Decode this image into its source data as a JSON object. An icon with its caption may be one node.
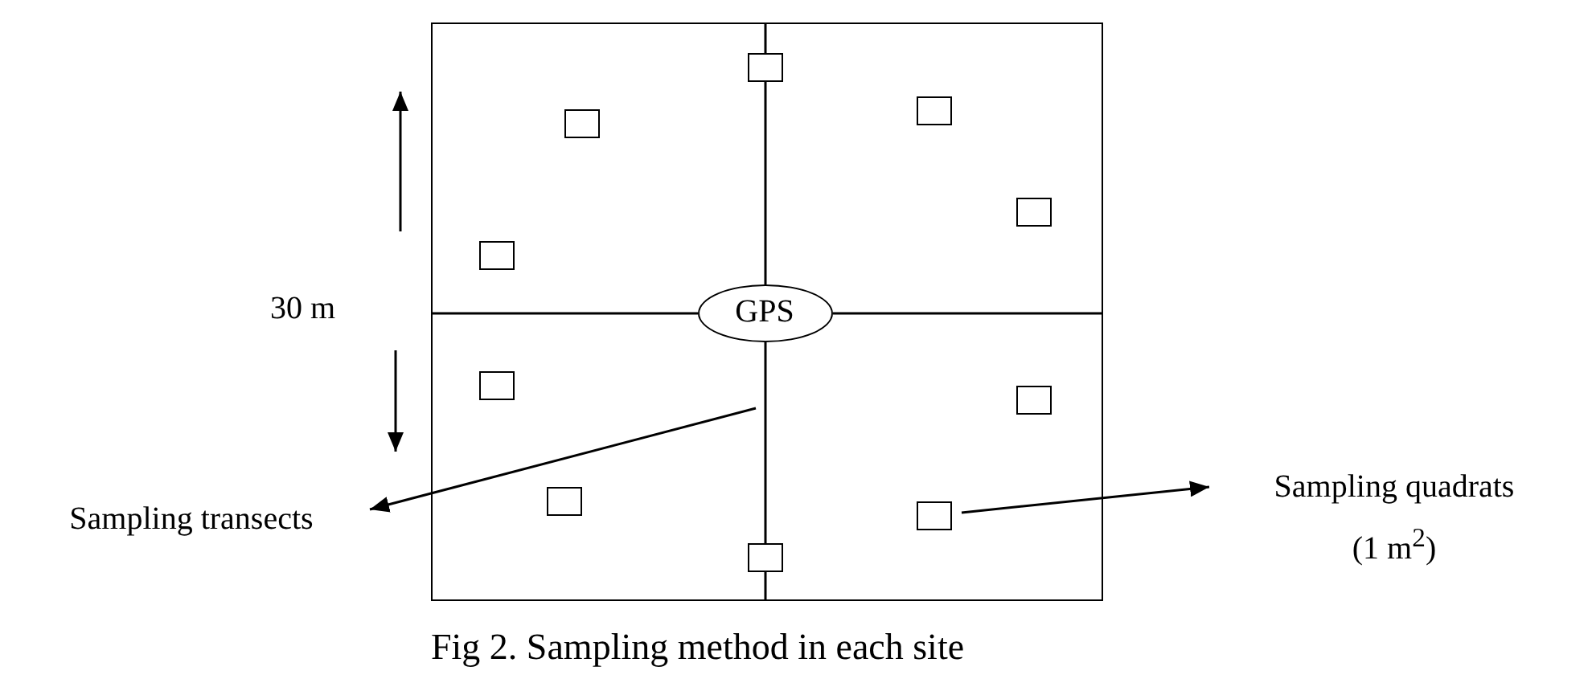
{
  "diagram": {
    "caption": "Fig 2. Sampling method in each site",
    "nodes": [
      {
        "text": [],
        "shape": "box"
      },
      {
        "text": [
          "GPS"
        ],
        "in": 0
      },
      {
        "text": [],
        "shape": "box",
        "in": 0
      },
      {
        "text": [],
        "shape": "box",
        "in": 0
      },
      {
        "text": [],
        "shape": "box",
        "in": 0
      },
      {
        "text": [],
        "shape": "box",
        "in": 0
      },
      {
        "text": [],
        "shape": "box",
        "in": 0
      },
      {
        "text": [],
        "shape": "box",
        "in": 0
      },
      {
        "text": [],
        "shape": "box",
        "in": 0
      },
      {
        "text": [],
        "shape": "box",
        "in": 0
      },
      {
        "text": [],
        "shape": "box",
        "in": 0
      },
      {
        "text": [],
        "shape": "box",
        "in": 0
      },
      {
        "text": [
          "Sampling transects"
        ]
      },
      {
        "text": [
          "Sampling quadrats",
          "(1 m$^{2}$)"
        ]
      }
    ],
    "edges": [
      {
        "from": null,
        "to": 12,
        "arrow": "to"
      },
      {
        "from": 10,
        "to": 13,
        "arrow": "to"
      }
    ],
    "labels": [
      "30 m"
    ]
  }
}
